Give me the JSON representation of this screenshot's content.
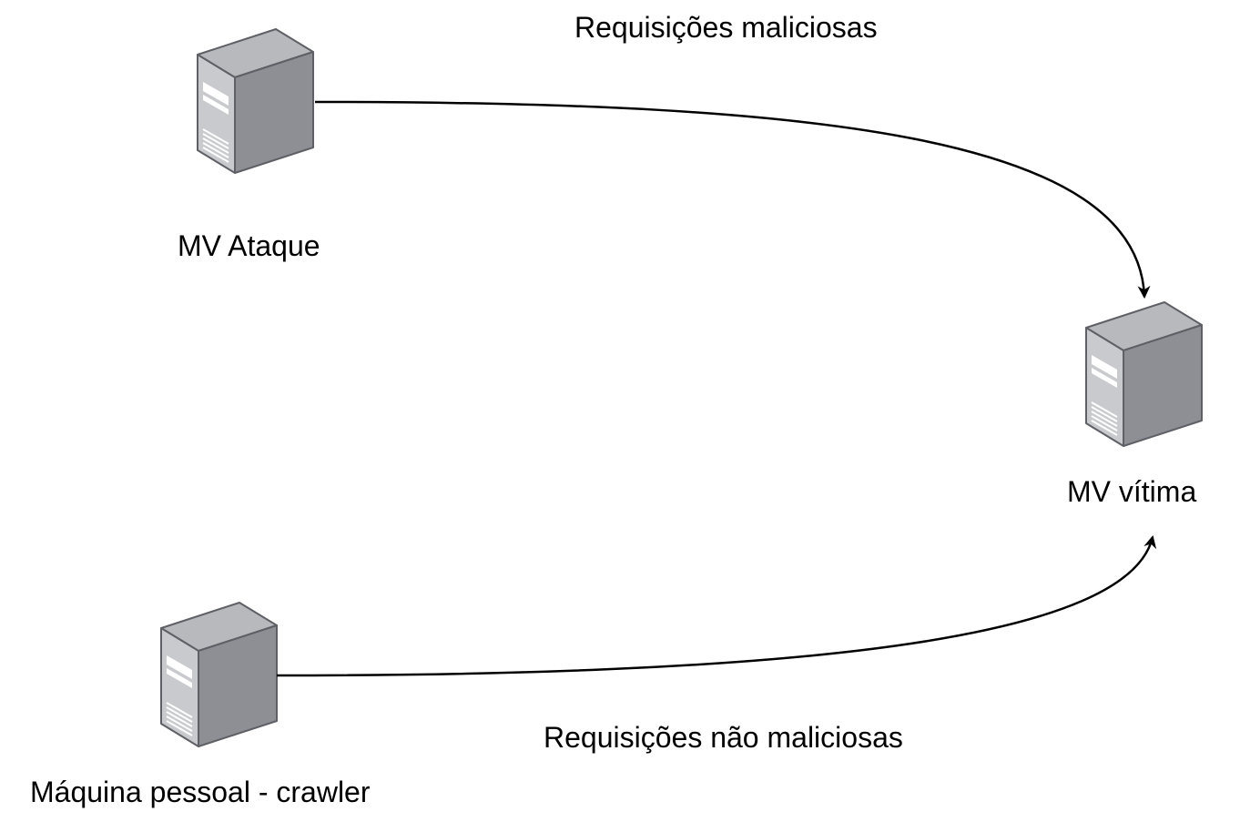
{
  "nodes": {
    "attack": {
      "label": "MV Ataque",
      "icon": "server-icon"
    },
    "victim": {
      "label": "MV vítima",
      "icon": "server-icon"
    },
    "crawler": {
      "label": "Máquina pessoal - crawler",
      "icon": "server-icon"
    }
  },
  "edges": {
    "malicious": {
      "label": "Requisições maliciosas",
      "from": "MV Ataque",
      "to": "MV vítima"
    },
    "benign": {
      "label": "Requisições não maliciosas",
      "from": "Máquina pessoal - crawler",
      "to": "MV vítima"
    }
  },
  "colors": {
    "server_front": "#7a7b7f",
    "server_side": "#93949a",
    "server_top": "#b8b9bd",
    "server_outline": "#5f6066",
    "arrow": "#000000"
  }
}
